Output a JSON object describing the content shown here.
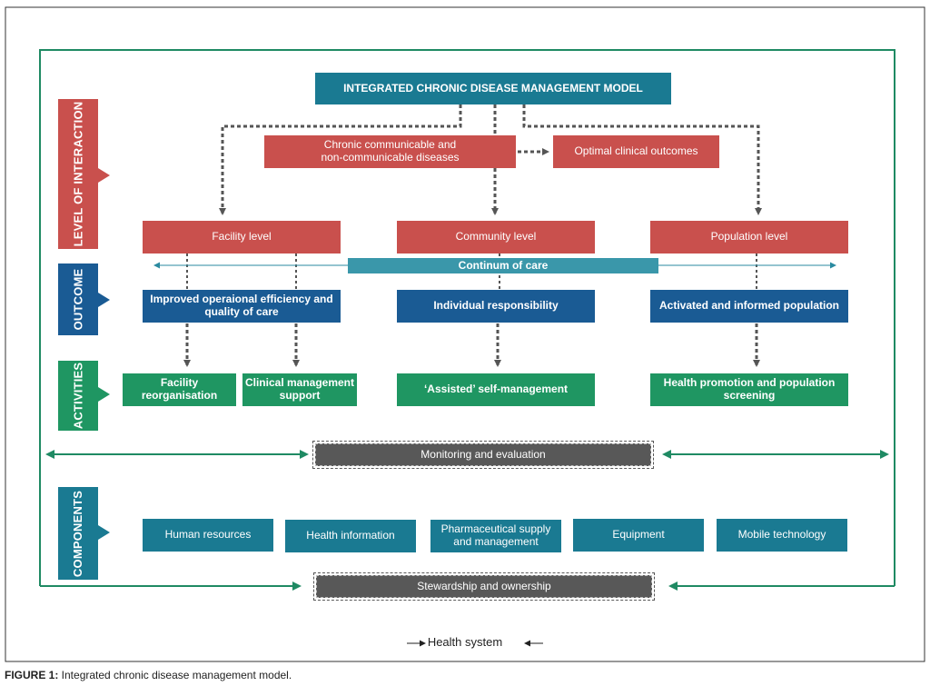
{
  "title": "INTEGRATED CHRONIC DISEASE MANAGEMENT MODEL",
  "chronic_diseases": "Chronic communicable and non-communicable diseases",
  "optimal_outcomes": "Optimal clinical outcomes",
  "side_labels": {
    "level_of_interaction": "LEVEL OF INTERACTION",
    "outcome": "OUTCOME",
    "activities": "ACTIVITIES",
    "components": "COMPONENTS"
  },
  "levels": [
    "Facility level",
    "Community level",
    "Population level"
  ],
  "continuum": "Continum of care",
  "outcomes": [
    "Improved operaional efficiency and quality of care",
    "Individual responsibility",
    "Activated and informed population"
  ],
  "activities": [
    "Facility reorganisation",
    "Clinical management support",
    "‘Assisted’ self-management",
    "Health promotion and population screening"
  ],
  "monitoring": "Monitoring and evaluation",
  "components": [
    "Human resources",
    "Health information",
    "Pharmaceutical supply and management",
    "Equipment",
    "Mobile technology"
  ],
  "stewardship": "Stewardship and ownership",
  "health_system": "Health system",
  "caption_prefix": "FIGURE 1:",
  "caption_text": " Integrated chronic disease management model.",
  "colors": {
    "red": "#c9504d",
    "blue": "#1a5b94",
    "teal": "#1a7a92",
    "green": "#1f9662",
    "dark_gray": "#585858",
    "frame_green": "#1f8a63"
  }
}
